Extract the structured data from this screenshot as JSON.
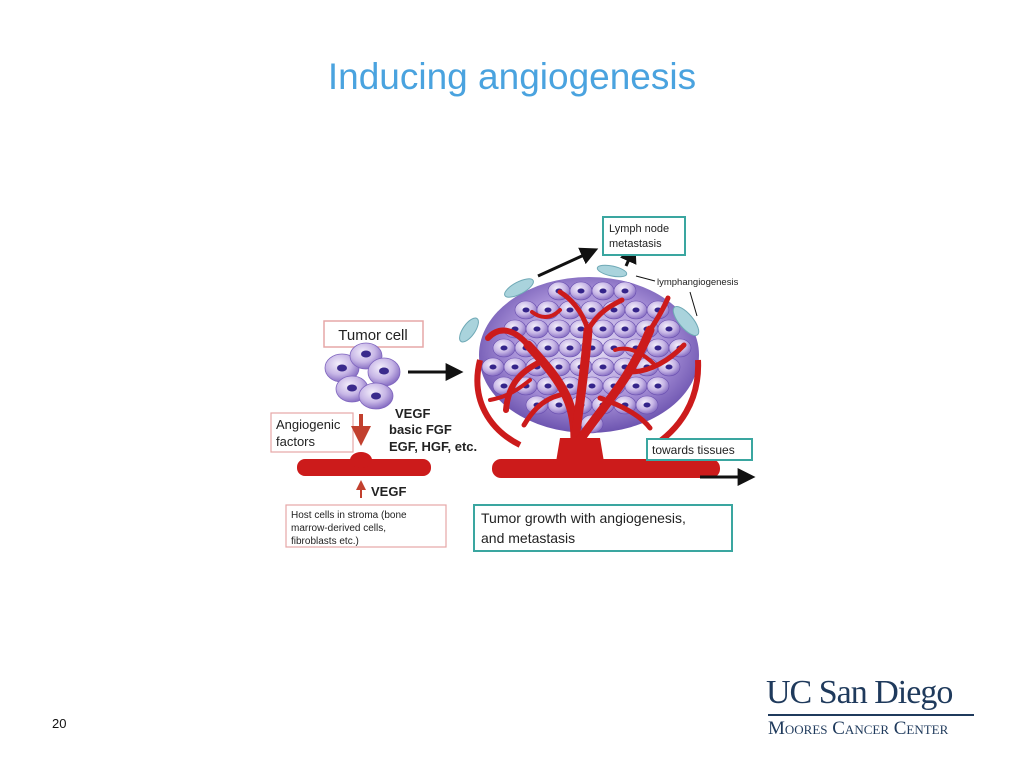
{
  "slide": {
    "title": "Inducing angiogenesis",
    "page_number": "20"
  },
  "diagram": {
    "tumor_cell_label": "Tumor cell",
    "angiogenic_factors_label": [
      "Angiogenic",
      "factors"
    ],
    "factors_list": [
      "VEGF",
      "basic FGF",
      "EGF, HGF, etc."
    ],
    "vegf_label": "VEGF",
    "host_cells_label": [
      "Host cells in stroma (bone",
      "marrow-derived cells,",
      "fibroblasts etc.)"
    ],
    "lymph_node_label": [
      "Lymph node",
      "metastasis"
    ],
    "lymphangiogenesis_label": "lymphangiogenesis",
    "towards_tissues_label": "towards tissues",
    "tumor_growth_label": [
      "Tumor growth with angiogenesis,",
      "and metastasis"
    ]
  },
  "logo": {
    "line1": "UC San Diego",
    "line2": "Moores Cancer Center"
  },
  "colors": {
    "title": "#4aa3df",
    "vessel": "#cc1b1b",
    "tumor_cell": "#8a6cc4",
    "teal_box": "#3aa6a0",
    "pink_box": "#e6a7a7",
    "lymph_vessel": "#a9d3dc",
    "logo": "#1f3a5c"
  }
}
